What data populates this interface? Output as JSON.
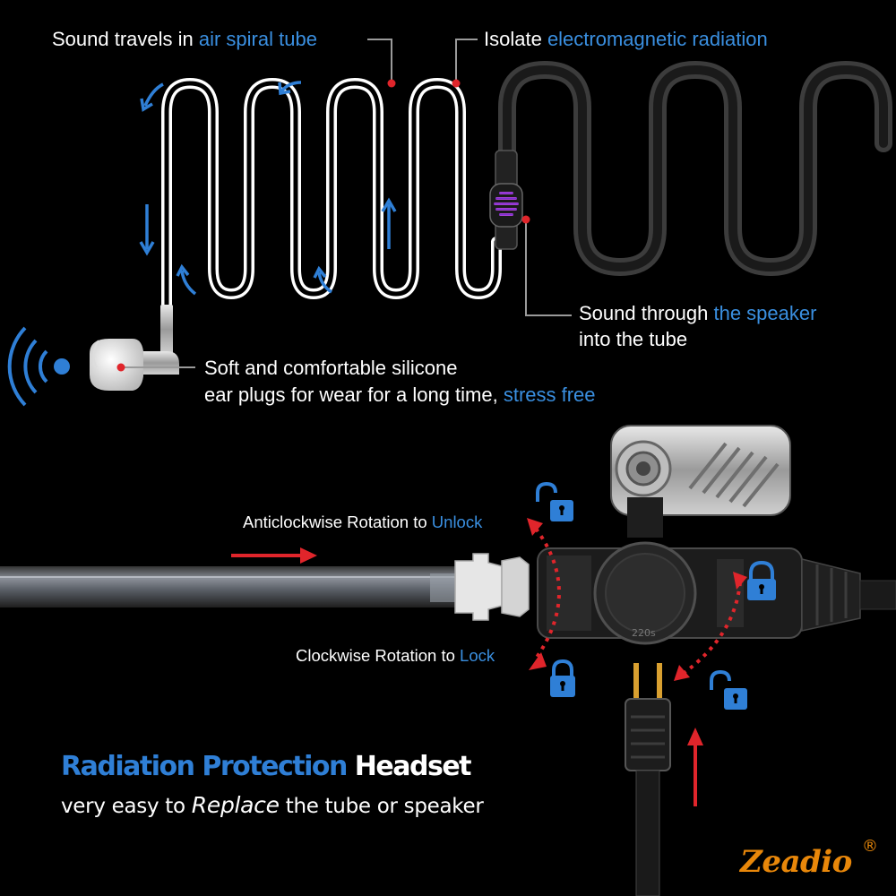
{
  "labels": {
    "air_tube": {
      "prefix": "Sound travels in ",
      "highlight": "air spiral tube"
    },
    "isolate": {
      "prefix": "Isolate ",
      "highlight": "electromagnetic radiation"
    },
    "speaker": {
      "prefix": "Sound through ",
      "highlight": "the speaker",
      "line2": "into the tube"
    },
    "earplug": {
      "line1": "Soft and comfortable silicone",
      "line2_prefix": "ear plugs for wear for a long time, ",
      "highlight": "stress free"
    },
    "unlock": {
      "prefix": "Anticlockwise Rotation to ",
      "highlight": "Unlock"
    },
    "lock": {
      "prefix": "Clockwise Rotation to ",
      "highlight": "Lock"
    }
  },
  "title": {
    "blue_part": "Radiation Protection",
    "white_part": "Headset"
  },
  "subtitle": {
    "part1": "very easy to ",
    "emphasis": "Replace",
    "part2": " the tube or speaker"
  },
  "brand": {
    "name": "Zeadio",
    "mark": "®"
  },
  "connector_text": "220s",
  "icons": [
    "sound-wave-icon",
    "padlock-open-icon",
    "padlock-closed-icon",
    "flow-arrow-icon",
    "rotate-arrow-icon"
  ],
  "colors": {
    "accent_blue": "#3a8fe0",
    "marker_red": "#e0252b",
    "brand_orange": "#e8870a",
    "background": "#000000"
  }
}
